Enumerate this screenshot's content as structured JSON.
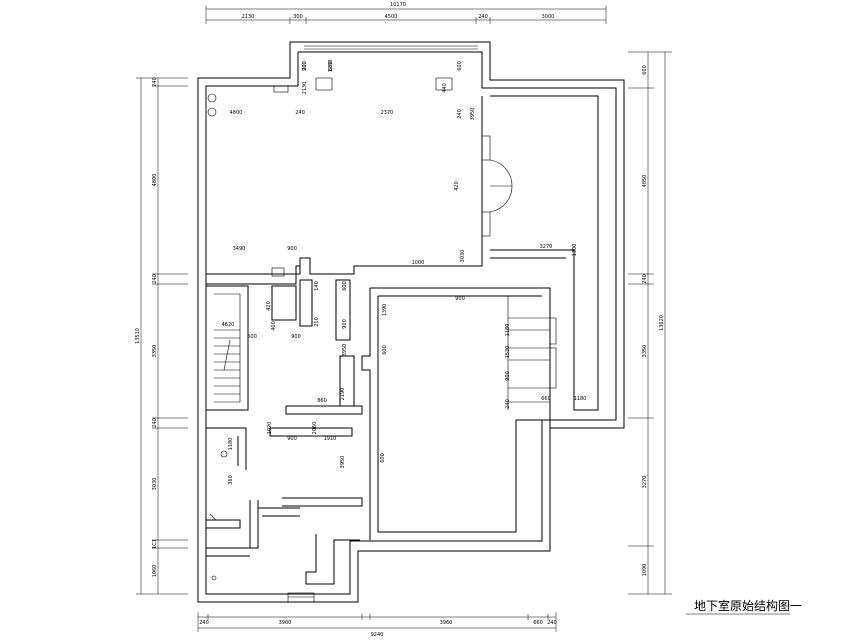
{
  "title": "地下室原始结构图一",
  "dims": {
    "top_total": "10170",
    "top": [
      "2130",
      "300",
      "4500",
      "240",
      "3000"
    ],
    "bottom": [
      "240",
      "3900",
      "3960",
      "660",
      "240"
    ],
    "bottom_total": "9240",
    "left_total": "13510",
    "left": [
      "240",
      "4800",
      "240",
      "3350",
      "240",
      "3030",
      "1C1",
      "1060"
    ],
    "right_total": "13620",
    "right": [
      "600",
      "4850",
      "240",
      "3350",
      "3270",
      "1090"
    ],
    "interior": [
      "200",
      "600",
      "600",
      "2130",
      "440",
      "4800",
      "240",
      "2370",
      "240",
      "3950",
      "420",
      "3030",
      "1000",
      "3490",
      "900",
      "140",
      "600",
      "420",
      "400",
      "210",
      "4620",
      "600",
      "900",
      "900",
      "3950",
      "1390",
      "600",
      "900",
      "1180",
      "1530",
      "900",
      "1300",
      "3270",
      "660",
      "1180",
      "240",
      "2190",
      "860",
      "1020",
      "900",
      "1910",
      "2060",
      "1180",
      "360",
      "3950",
      "600",
      "900",
      "1260"
    ]
  }
}
